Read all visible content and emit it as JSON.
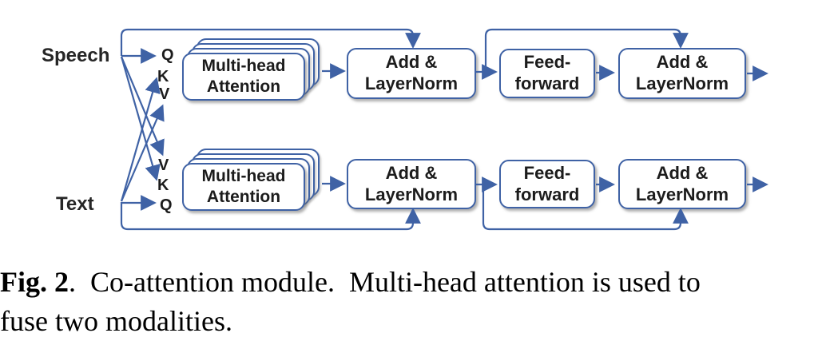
{
  "diagram": {
    "inputs": {
      "speech": "Speech",
      "text": "Text"
    },
    "top_qkv": [
      "Q",
      "K",
      "V"
    ],
    "bottom_qkv": [
      "V",
      "K",
      "Q"
    ],
    "blocks": {
      "mha_line1": "Multi-head",
      "mha_line2": "Attention",
      "addln_line1": "Add &",
      "addln_line2": "LayerNorm",
      "ff_line1": "Feed-",
      "ff_line2": "forward"
    },
    "colors": {
      "line_blue": "#3f62a5",
      "box_text": "#1c1c1c"
    }
  },
  "caption": {
    "label": "Fig. 2",
    "line1_rest": ".  Co-attention module.  Multi-head attention is used to",
    "line2": "fuse two modalities."
  }
}
